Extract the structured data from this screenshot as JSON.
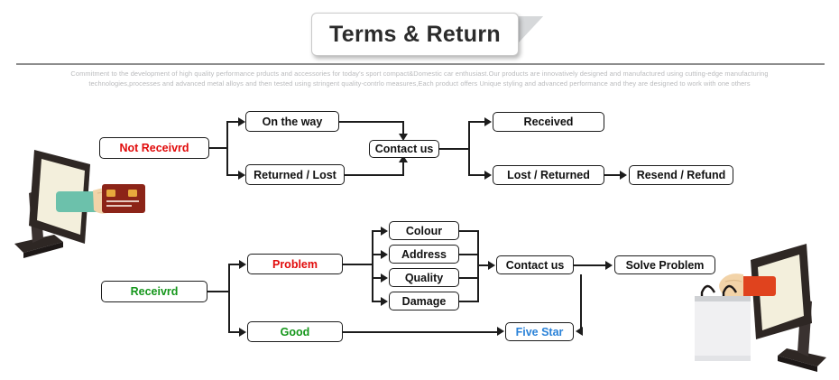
{
  "banner": {
    "title": "Terms & Return",
    "tail_color": "#d6d8da"
  },
  "intro": {
    "line1": "Commitment to the development of high quality performance prducts and accessories for today's sport compact&Domestic car enthusiast.Our products are innovatively designed and manufactured using cutting-edge manufacturing",
    "line2": "technologies,processes and advanced metal alloys and then tested using stringent quality-contrlo measures,Each  product offers Unique styling and advanced performance and they are designed to work with one others"
  },
  "colors": {
    "red": "#e10a0a",
    "green": "#14961a",
    "blue": "#2a82d8",
    "line": "#1c1c1c",
    "divider": "#8d8d8d",
    "intro_text": "#b9babc",
    "monitor_body": "#3a3230",
    "monitor_screen": "#f3efdc",
    "sleeve_left": "#6cc1ab",
    "sleeve_right": "#e0431e",
    "skin": "#f2d3a8",
    "card": "#8c2418",
    "bag": "#f0f0f2"
  },
  "flow_top": {
    "start": "Not Receivrd",
    "branch_a": "On the way",
    "branch_b": "Returned / Lost",
    "hub": "Contact us",
    "result_a": "Received",
    "result_b": "Lost / Returned",
    "result_c": "Resend / Refund"
  },
  "flow_bottom": {
    "start": "Receivrd",
    "branch_problem": "Problem",
    "branch_good": "Good",
    "problems": [
      "Colour",
      "Address",
      "Quality",
      "Damage"
    ],
    "hub": "Contact us",
    "solve": "Solve Problem",
    "rating": "Five Star"
  },
  "illustrations": {
    "left": {
      "name": "monitor-hand-credit-card",
      "monitor": "computer-monitor",
      "hand": "hand-holding-card",
      "card": "credit-card"
    },
    "right": {
      "name": "monitor-hand-shopping-bag",
      "monitor": "computer-monitor",
      "hand": "hand-holding-bag",
      "bag": "shopping-bag"
    }
  }
}
